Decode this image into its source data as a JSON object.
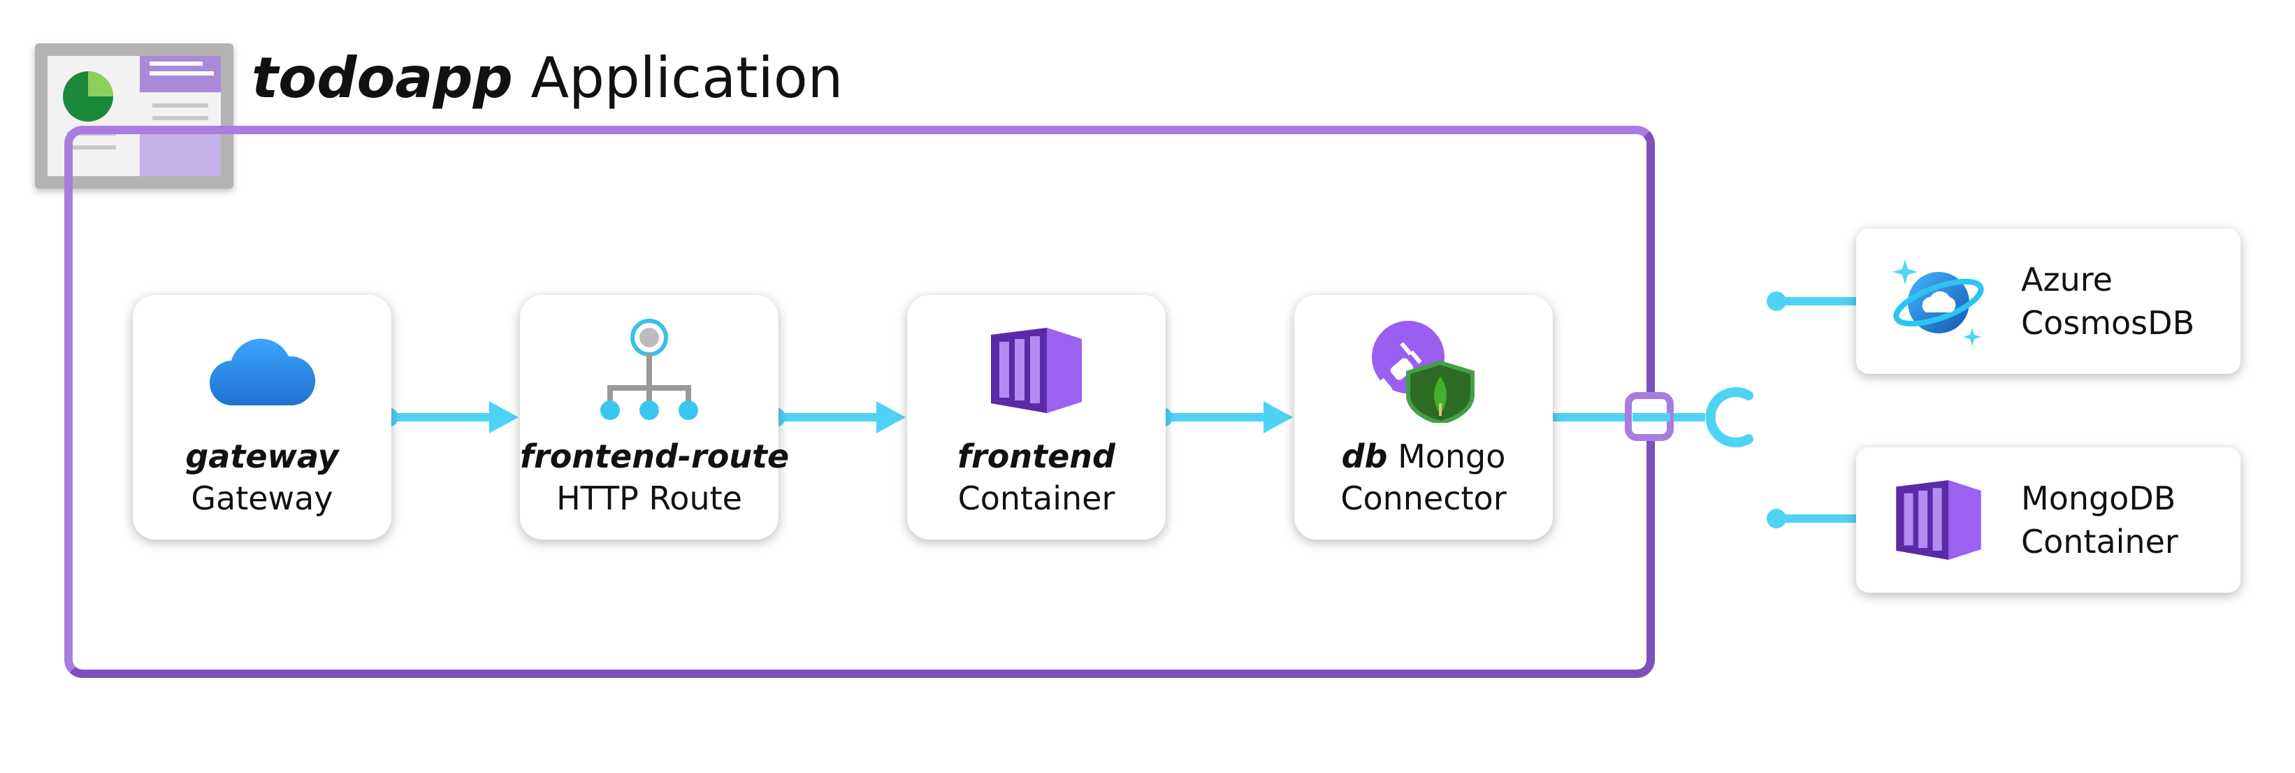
{
  "title": {
    "name": "todoapp",
    "suffix": "Application"
  },
  "resources": [
    {
      "name": "gateway",
      "type": "Gateway",
      "icon": "cloud-icon"
    },
    {
      "name": "frontend-route",
      "type": "HTTP Route",
      "icon": "route-icon"
    },
    {
      "name": "frontend",
      "type": "Container",
      "icon": "container-icon"
    },
    {
      "name": "db",
      "type_inline": "Mongo",
      "type": "Connector",
      "icon": "mongo-connector-icon"
    }
  ],
  "external": [
    {
      "line1": "Azure",
      "line2": "CosmosDB",
      "icon": "cosmosdb-icon"
    },
    {
      "line1": "MongoDB",
      "line2": "Container",
      "icon": "container-icon"
    }
  ],
  "colors": {
    "frame": "#a97ddf",
    "frame_dark": "#7d4fbf",
    "connector": "#4fd3f5",
    "container_purple": "#7a3fd0",
    "cloud_blue": "#2f8fe6"
  }
}
